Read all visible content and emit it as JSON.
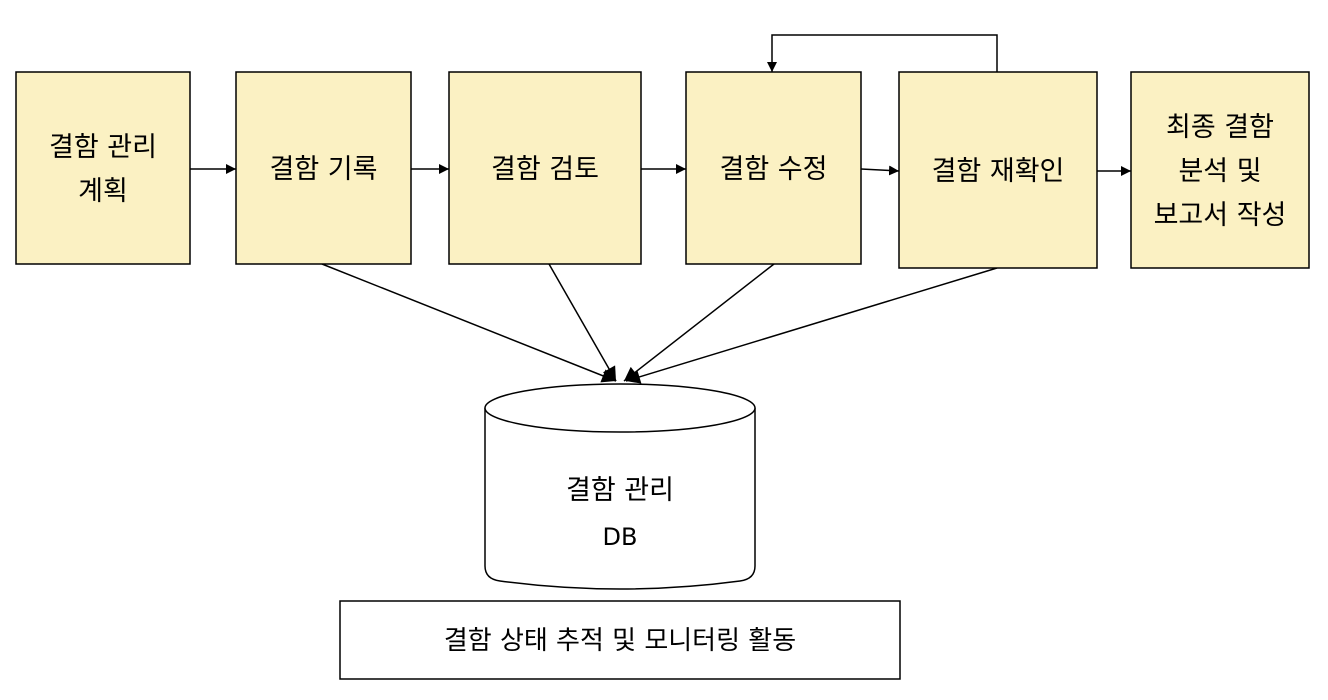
{
  "colors": {
    "box_fill": "#fbf1c3",
    "stroke": "#000000",
    "background": "#ffffff"
  },
  "steps": [
    {
      "id": "plan",
      "lines": [
        "결함 관리",
        "계획"
      ]
    },
    {
      "id": "record",
      "lines": [
        "결함 기록"
      ]
    },
    {
      "id": "review",
      "lines": [
        "결함 검토"
      ]
    },
    {
      "id": "fix",
      "lines": [
        "결함 수정"
      ]
    },
    {
      "id": "recheck",
      "lines": [
        "결함 재확인"
      ]
    },
    {
      "id": "report",
      "lines": [
        "최종 결함",
        "분석 및",
        "보고서 작성"
      ]
    }
  ],
  "database": {
    "line1": "결함 관리",
    "line2": "DB"
  },
  "caption": "결함 상태 추적 및 모니터링 활동"
}
